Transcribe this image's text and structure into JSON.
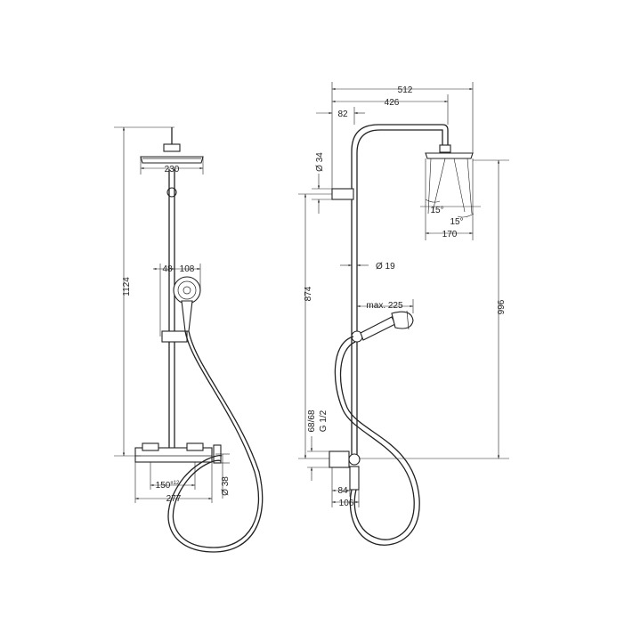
{
  "front_view": {
    "overall_height": "1124",
    "head_width": "230",
    "handshower_offset": "48",
    "handshower_diameter": "108",
    "inlet_spacing": "150",
    "inlet_tolerance": "±12",
    "thermostat_width": "277",
    "thermostat_diameter": "Ø 38"
  },
  "side_view": {
    "overall_depth": "512",
    "arm_length": "426",
    "wall_clearance": "82",
    "rail_diameter_top": "Ø 34",
    "rail_height": "874",
    "rail_pipe_diameter": "Ø 19",
    "max_reach": "max. 225",
    "spray_angle_left": "15°",
    "spray_angle_right": "15°",
    "head_size": "170",
    "head_height": "996",
    "connection_depth": "68/68",
    "thread": "G 1/2",
    "valve_depth_1": "84",
    "valve_depth_2": "106"
  }
}
